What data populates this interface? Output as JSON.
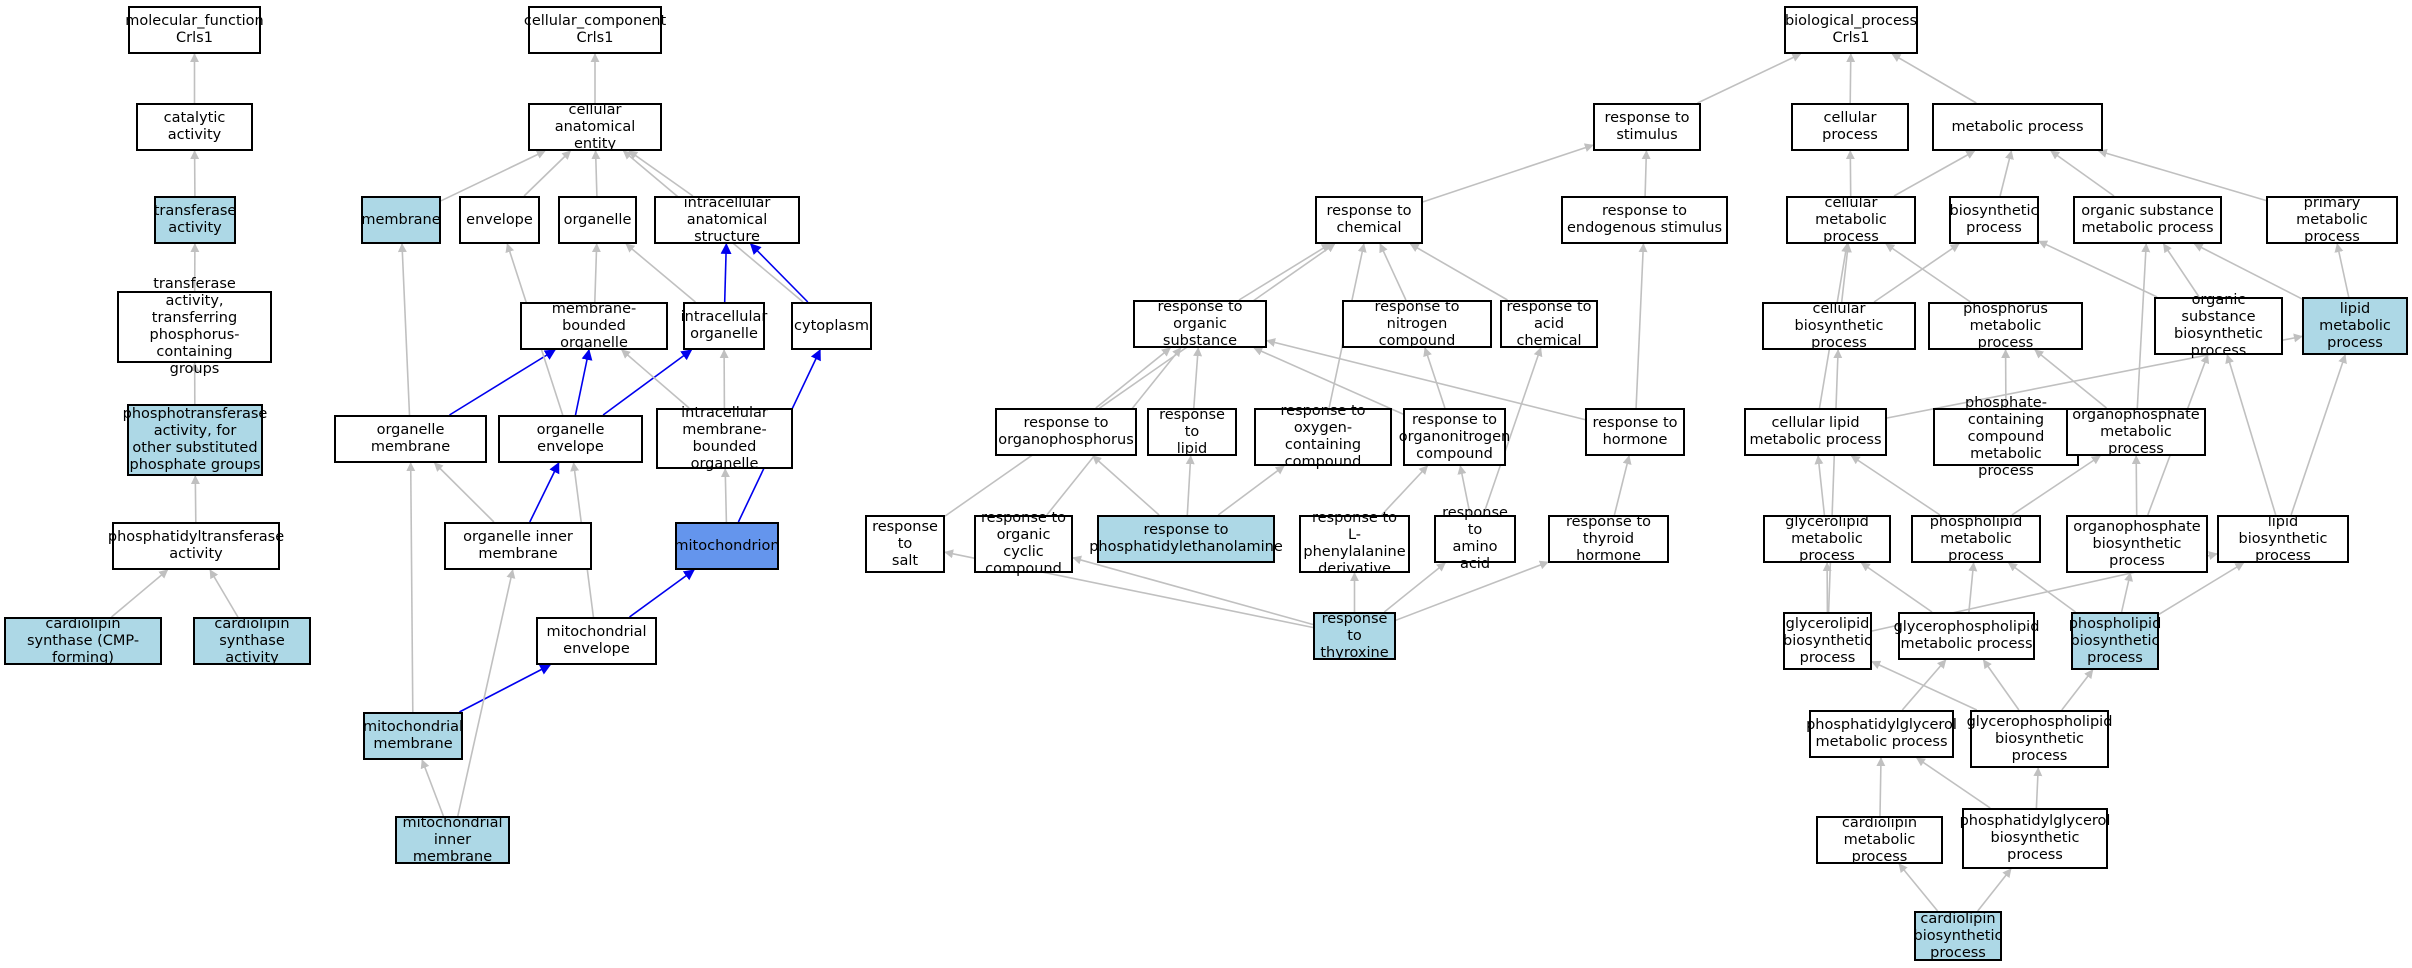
{
  "colors": {
    "default": "#ffffff",
    "annotated": "#add8e6",
    "focus": "#6495ed",
    "edge_gray": "#c0c0c0",
    "edge_blue": "#0000ee"
  },
  "nodes": [
    {
      "id": "mf",
      "label": "molecular_function\nCrls1",
      "style": "default"
    },
    {
      "id": "cat",
      "label": "catalytic activity",
      "style": "default"
    },
    {
      "id": "trans",
      "label": "transferase\nactivity",
      "style": "annotated"
    },
    {
      "id": "transP",
      "label": "transferase\nactivity, transferring\nphosphorus-containing\ngroups",
      "style": "default"
    },
    {
      "id": "phosphotrans",
      "label": "phosphotransferase\nactivity, for\nother substituted\nphosphate groups",
      "style": "annotated"
    },
    {
      "id": "pgt",
      "label": "phosphatidyltransferase\nactivity",
      "style": "default"
    },
    {
      "id": "cscmp",
      "label": "cardiolipin\nsynthase (CMP-forming)",
      "style": "annotated"
    },
    {
      "id": "csact",
      "label": "cardiolipin\nsynthase activity",
      "style": "annotated"
    },
    {
      "id": "cc",
      "label": "cellular_component\nCrls1",
      "style": "default"
    },
    {
      "id": "cae",
      "label": "cellular anatomical\nentity",
      "style": "default"
    },
    {
      "id": "membrane",
      "label": "membrane",
      "style": "annotated"
    },
    {
      "id": "envelope",
      "label": "envelope",
      "style": "default"
    },
    {
      "id": "organelle",
      "label": "organelle",
      "style": "default"
    },
    {
      "id": "ias",
      "label": "intracellular\nanatomical structure",
      "style": "default"
    },
    {
      "id": "mbo",
      "label": "membrane-bounded\norganelle",
      "style": "default"
    },
    {
      "id": "io",
      "label": "intracellular\norganelle",
      "style": "default"
    },
    {
      "id": "cyto",
      "label": "cytoplasm",
      "style": "default"
    },
    {
      "id": "om",
      "label": "organelle membrane",
      "style": "default"
    },
    {
      "id": "oe",
      "label": "organelle envelope",
      "style": "default"
    },
    {
      "id": "imbo",
      "label": "intracellular\nmembrane-bounded\norganelle",
      "style": "default"
    },
    {
      "id": "oim",
      "label": "organelle inner\nmembrane",
      "style": "default"
    },
    {
      "id": "mito",
      "label": "mitochondrion",
      "style": "focus"
    },
    {
      "id": "menv",
      "label": "mitochondrial\nenvelope",
      "style": "default"
    },
    {
      "id": "mm",
      "label": "mitochondrial\nmembrane",
      "style": "annotated"
    },
    {
      "id": "mim",
      "label": "mitochondrial\ninner membrane",
      "style": "annotated"
    },
    {
      "id": "bp",
      "label": "biological_process\nCrls1",
      "style": "default"
    },
    {
      "id": "rstim",
      "label": "response to\nstimulus",
      "style": "default"
    },
    {
      "id": "cellp",
      "label": "cellular process",
      "style": "default"
    },
    {
      "id": "metp",
      "label": "metabolic process",
      "style": "default"
    },
    {
      "id": "rchem",
      "label": "response to\nchemical",
      "style": "default"
    },
    {
      "id": "rendo",
      "label": "response to\nendogenous stimulus",
      "style": "default"
    },
    {
      "id": "cmp",
      "label": "cellular metabolic\nprocess",
      "style": "default"
    },
    {
      "id": "biop",
      "label": "biosynthetic\nprocess",
      "style": "default"
    },
    {
      "id": "osmp",
      "label": "organic substance\nmetabolic process",
      "style": "default"
    },
    {
      "id": "pmp",
      "label": "primary metabolic\nprocess",
      "style": "default"
    },
    {
      "id": "ros",
      "label": "response to\norganic substance",
      "style": "default"
    },
    {
      "id": "rnc",
      "label": "response to\nnitrogen compound",
      "style": "default"
    },
    {
      "id": "rac",
      "label": "response to\nacid chemical",
      "style": "default"
    },
    {
      "id": "cbp",
      "label": "cellular biosynthetic\nprocess",
      "style": "default"
    },
    {
      "id": "phmp",
      "label": "phosphorus metabolic\nprocess",
      "style": "default"
    },
    {
      "id": "osbp",
      "label": "organic substance\nbiosynthetic\nprocess",
      "style": "default"
    },
    {
      "id": "lmp",
      "label": "lipid metabolic\nprocess",
      "style": "annotated"
    },
    {
      "id": "rop",
      "label": "response to\norganophosphorus",
      "style": "default"
    },
    {
      "id": "rlip",
      "label": "response to\nlipid",
      "style": "default"
    },
    {
      "id": "rocc",
      "label": "response to\noxygen-containing\ncompound",
      "style": "default"
    },
    {
      "id": "ronc",
      "label": "response to\norganonitrogen\ncompound",
      "style": "default"
    },
    {
      "id": "rhorm",
      "label": "response to\nhormone",
      "style": "default"
    },
    {
      "id": "clmp",
      "label": "cellular lipid\nmetabolic process",
      "style": "default"
    },
    {
      "id": "pccmp",
      "label": "phosphate-containing\ncompound metabolic\nprocess",
      "style": "default"
    },
    {
      "id": "opmp",
      "label": "organophosphate\nmetabolic process",
      "style": "default"
    },
    {
      "id": "rsalt",
      "label": "response to\nsalt",
      "style": "default"
    },
    {
      "id": "rocyc",
      "label": "response to\norganic cyclic\ncompound",
      "style": "default"
    },
    {
      "id": "rpe",
      "label": "response to\nphosphatidylethanolamine",
      "style": "annotated"
    },
    {
      "id": "rlphe",
      "label": "response to\nL-phenylalanine\nderivative",
      "style": "default"
    },
    {
      "id": "raa",
      "label": "response to\namino acid",
      "style": "default"
    },
    {
      "id": "rth",
      "label": "response to\nthyroid hormone",
      "style": "default"
    },
    {
      "id": "glmp",
      "label": "glycerolipid\nmetabolic process",
      "style": "default"
    },
    {
      "id": "plmp",
      "label": "phospholipid\nmetabolic process",
      "style": "default"
    },
    {
      "id": "opbp",
      "label": "organophosphate\nbiosynthetic\nprocess",
      "style": "default"
    },
    {
      "id": "lbp",
      "label": "lipid biosynthetic\nprocess",
      "style": "default"
    },
    {
      "id": "rthyr",
      "label": "response to\nthyroxine",
      "style": "annotated"
    },
    {
      "id": "glbp",
      "label": "glycerolipid\nbiosynthetic\nprocess",
      "style": "default"
    },
    {
      "id": "gplmp",
      "label": "glycerophospholipid\nmetabolic process",
      "style": "default"
    },
    {
      "id": "plbp",
      "label": "phospholipid\nbiosynthetic\nprocess",
      "style": "annotated"
    },
    {
      "id": "pgmp",
      "label": "phosphatidylglycerol\nmetabolic process",
      "style": "default"
    },
    {
      "id": "gplbp",
      "label": "glycerophospholipid\nbiosynthetic\nprocess",
      "style": "default"
    },
    {
      "id": "clmetp",
      "label": "cardiolipin\nmetabolic process",
      "style": "default"
    },
    {
      "id": "pgbp",
      "label": "phosphatidylglycerol\nbiosynthetic\nprocess",
      "style": "default"
    },
    {
      "id": "clbp",
      "label": "cardiolipin\nbiosynthetic\nprocess",
      "style": "annotated"
    }
  ],
  "edges": [
    {
      "from": "cat",
      "to": "mf",
      "color": "gray"
    },
    {
      "from": "trans",
      "to": "cat",
      "color": "gray"
    },
    {
      "from": "transP",
      "to": "trans",
      "color": "gray"
    },
    {
      "from": "phosphotrans",
      "to": "transP",
      "color": "gray"
    },
    {
      "from": "pgt",
      "to": "phosphotrans",
      "color": "gray"
    },
    {
      "from": "cscmp",
      "to": "pgt",
      "color": "gray"
    },
    {
      "from": "csact",
      "to": "pgt",
      "color": "gray"
    },
    {
      "from": "cae",
      "to": "cc",
      "color": "gray"
    },
    {
      "from": "membrane",
      "to": "cae",
      "color": "gray"
    },
    {
      "from": "envelope",
      "to": "cae",
      "color": "gray"
    },
    {
      "from": "organelle",
      "to": "cae",
      "color": "gray"
    },
    {
      "from": "ias",
      "to": "cae",
      "color": "gray"
    },
    {
      "from": "cyto",
      "to": "cae",
      "color": "gray"
    },
    {
      "from": "mbo",
      "to": "organelle",
      "color": "gray"
    },
    {
      "from": "io",
      "to": "organelle",
      "color": "gray"
    },
    {
      "from": "io",
      "to": "ias",
      "color": "blue"
    },
    {
      "from": "cyto",
      "to": "ias",
      "color": "blue"
    },
    {
      "from": "om",
      "to": "membrane",
      "color": "gray"
    },
    {
      "from": "om",
      "to": "mbo",
      "color": "blue"
    },
    {
      "from": "oe",
      "to": "mbo",
      "color": "blue"
    },
    {
      "from": "oe",
      "to": "io",
      "color": "blue"
    },
    {
      "from": "oe",
      "to": "envelope",
      "color": "gray"
    },
    {
      "from": "imbo",
      "to": "mbo",
      "color": "gray"
    },
    {
      "from": "imbo",
      "to": "io",
      "color": "gray"
    },
    {
      "from": "oim",
      "to": "om",
      "color": "gray"
    },
    {
      "from": "oim",
      "to": "oe",
      "color": "blue"
    },
    {
      "from": "mito",
      "to": "imbo",
      "color": "gray"
    },
    {
      "from": "mito",
      "to": "cyto",
      "color": "blue"
    },
    {
      "from": "menv",
      "to": "oe",
      "color": "gray"
    },
    {
      "from": "menv",
      "to": "mito",
      "color": "blue"
    },
    {
      "from": "mm",
      "to": "om",
      "color": "gray"
    },
    {
      "from": "mm",
      "to": "menv",
      "color": "blue"
    },
    {
      "from": "mim",
      "to": "mm",
      "color": "gray"
    },
    {
      "from": "mim",
      "to": "oim",
      "color": "gray"
    },
    {
      "from": "rstim",
      "to": "bp",
      "color": "gray"
    },
    {
      "from": "cellp",
      "to": "bp",
      "color": "gray"
    },
    {
      "from": "metp",
      "to": "bp",
      "color": "gray"
    },
    {
      "from": "rchem",
      "to": "rstim",
      "color": "gray"
    },
    {
      "from": "rendo",
      "to": "rstim",
      "color": "gray"
    },
    {
      "from": "cmp",
      "to": "cellp",
      "color": "gray"
    },
    {
      "from": "cmp",
      "to": "metp",
      "color": "gray"
    },
    {
      "from": "biop",
      "to": "metp",
      "color": "gray"
    },
    {
      "from": "osmp",
      "to": "metp",
      "color": "gray"
    },
    {
      "from": "pmp",
      "to": "metp",
      "color": "gray"
    },
    {
      "from": "ros",
      "to": "rchem",
      "color": "gray"
    },
    {
      "from": "rnc",
      "to": "rchem",
      "color": "gray"
    },
    {
      "from": "rac",
      "to": "rchem",
      "color": "gray"
    },
    {
      "from": "rsalt",
      "to": "rchem",
      "color": "gray"
    },
    {
      "from": "rocc",
      "to": "rchem",
      "color": "gray"
    },
    {
      "from": "cbp",
      "to": "cmp",
      "color": "gray"
    },
    {
      "from": "cbp",
      "to": "biop",
      "color": "gray"
    },
    {
      "from": "phmp",
      "to": "cmp",
      "color": "gray"
    },
    {
      "from": "osbp",
      "to": "biop",
      "color": "gray"
    },
    {
      "from": "osbp",
      "to": "osmp",
      "color": "gray"
    },
    {
      "from": "lmp",
      "to": "osmp",
      "color": "gray"
    },
    {
      "from": "lmp",
      "to": "pmp",
      "color": "gray"
    },
    {
      "from": "rop",
      "to": "ros",
      "color": "gray"
    },
    {
      "from": "rlip",
      "to": "ros",
      "color": "gray"
    },
    {
      "from": "ronc",
      "to": "ros",
      "color": "gray"
    },
    {
      "from": "ronc",
      "to": "rnc",
      "color": "gray"
    },
    {
      "from": "rhorm",
      "to": "ros",
      "color": "gray"
    },
    {
      "from": "rhorm",
      "to": "rendo",
      "color": "gray"
    },
    {
      "from": "rocyc",
      "to": "ros",
      "color": "gray"
    },
    {
      "from": "clmp",
      "to": "cmp",
      "color": "gray"
    },
    {
      "from": "clmp",
      "to": "lmp",
      "color": "gray"
    },
    {
      "from": "pccmp",
      "to": "phmp",
      "color": "gray"
    },
    {
      "from": "opmp",
      "to": "phmp",
      "color": "gray"
    },
    {
      "from": "opmp",
      "to": "osmp",
      "color": "gray"
    },
    {
      "from": "rpe",
      "to": "rop",
      "color": "gray"
    },
    {
      "from": "rpe",
      "to": "rlip",
      "color": "gray"
    },
    {
      "from": "rpe",
      "to": "rocc",
      "color": "gray"
    },
    {
      "from": "raa",
      "to": "ronc",
      "color": "gray"
    },
    {
      "from": "raa",
      "to": "rac",
      "color": "gray"
    },
    {
      "from": "rlphe",
      "to": "ronc",
      "color": "gray"
    },
    {
      "from": "rth",
      "to": "rhorm",
      "color": "gray"
    },
    {
      "from": "glmp",
      "to": "clmp",
      "color": "gray"
    },
    {
      "from": "plmp",
      "to": "clmp",
      "color": "gray"
    },
    {
      "from": "plmp",
      "to": "opmp",
      "color": "gray"
    },
    {
      "from": "opbp",
      "to": "opmp",
      "color": "gray"
    },
    {
      "from": "opbp",
      "to": "osbp",
      "color": "gray"
    },
    {
      "from": "lbp",
      "to": "lmp",
      "color": "gray"
    },
    {
      "from": "lbp",
      "to": "osbp",
      "color": "gray"
    },
    {
      "from": "rthyr",
      "to": "rsalt",
      "color": "gray"
    },
    {
      "from": "rthyr",
      "to": "rocyc",
      "color": "gray"
    },
    {
      "from": "rthyr",
      "to": "rlphe",
      "color": "gray"
    },
    {
      "from": "rthyr",
      "to": "raa",
      "color": "gray"
    },
    {
      "from": "rthyr",
      "to": "rth",
      "color": "gray"
    },
    {
      "from": "glbp",
      "to": "glmp",
      "color": "gray"
    },
    {
      "from": "glbp",
      "to": "lbp",
      "color": "gray"
    },
    {
      "from": "glbp",
      "to": "cbp",
      "color": "gray"
    },
    {
      "from": "gplmp",
      "to": "glmp",
      "color": "gray"
    },
    {
      "from": "gplmp",
      "to": "plmp",
      "color": "gray"
    },
    {
      "from": "plbp",
      "to": "plmp",
      "color": "gray"
    },
    {
      "from": "plbp",
      "to": "opbp",
      "color": "gray"
    },
    {
      "from": "plbp",
      "to": "lbp",
      "color": "gray"
    },
    {
      "from": "gplbp",
      "to": "gplmp",
      "color": "gray"
    },
    {
      "from": "gplbp",
      "to": "plbp",
      "color": "gray"
    },
    {
      "from": "gplbp",
      "to": "glbp",
      "color": "gray"
    },
    {
      "from": "pgmp",
      "to": "gplmp",
      "color": "gray"
    },
    {
      "from": "pgbp",
      "to": "pgmp",
      "color": "gray"
    },
    {
      "from": "pgbp",
      "to": "gplbp",
      "color": "gray"
    },
    {
      "from": "clmetp",
      "to": "pgmp",
      "color": "gray"
    },
    {
      "from": "clbp",
      "to": "clmetp",
      "color": "gray"
    },
    {
      "from": "clbp",
      "to": "pgbp",
      "color": "gray"
    }
  ]
}
